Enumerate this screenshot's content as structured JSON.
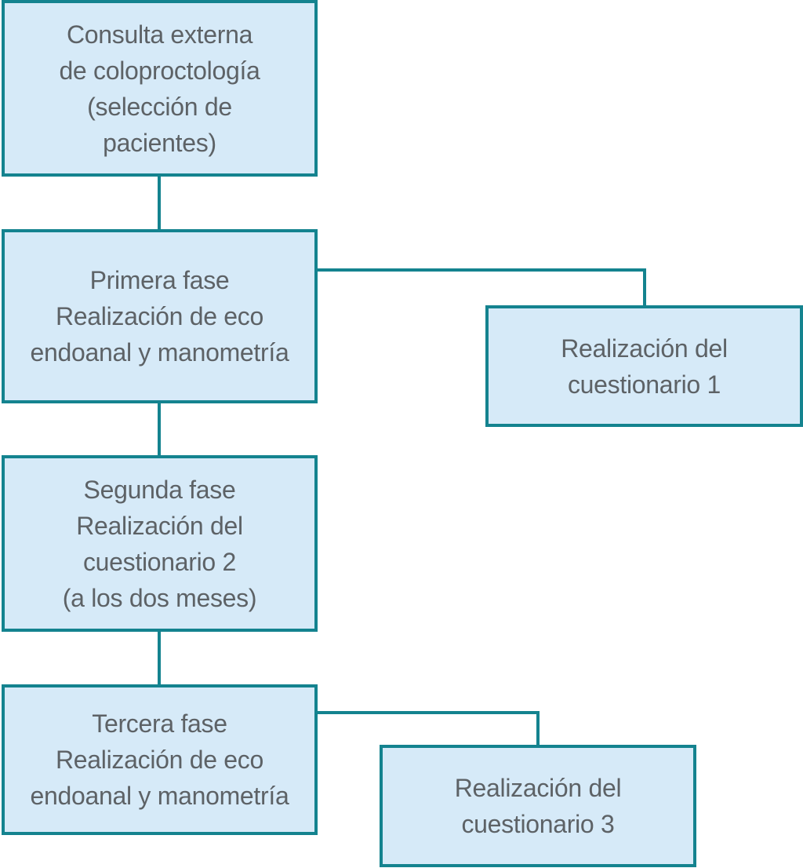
{
  "colors": {
    "box_fill": "#d6eaf8",
    "box_border": "#14838f",
    "connector": "#14838f",
    "text": "#5d6266"
  },
  "nodes": {
    "consulta": "Consulta externa\nde coloproctología\n(selección de\npacientes)",
    "fase1": "Primera fase\nRealización de eco\nendoanal y manometría",
    "cuestionario1": "Realización del\ncuestionario 1",
    "fase2": "Segunda fase\nRealización del\ncuestionario 2\n(a los dos meses)",
    "fase3": "Tercera fase\nRealización de eco\nendoanal y manometría",
    "cuestionario3": "Realización del\ncuestionario 3"
  },
  "edges": [
    {
      "from": "consulta",
      "to": "fase1"
    },
    {
      "from": "fase1",
      "to": "cuestionario1"
    },
    {
      "from": "fase1",
      "to": "fase2"
    },
    {
      "from": "fase2",
      "to": "fase3"
    },
    {
      "from": "fase3",
      "to": "cuestionario3"
    }
  ]
}
